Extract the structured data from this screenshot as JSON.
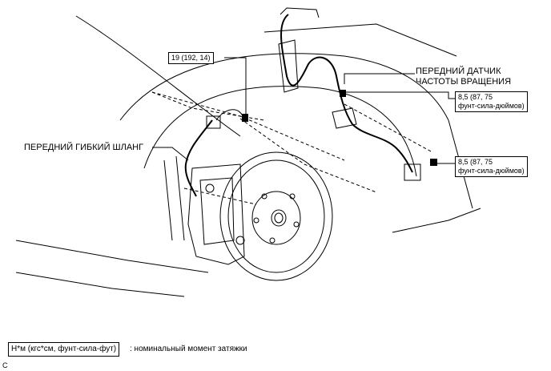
{
  "labels": {
    "torque_top": "19 (192, 14)",
    "sensor_line1": "ПЕРЕДНИЙ ДАТЧИК",
    "sensor_line2": "ЧАСТОТЫ ВРАЩЕНИЯ",
    "torque_right_a_line1": "8,5 (87, 75",
    "torque_right_a_line2": "фунт-сила-дюймов)",
    "torque_right_b_line1": "8,5 (87, 75",
    "torque_right_b_line2": "фунт-сила-дюймов)",
    "hose": "ПЕРЕДНИЙ ГИБКИЙ ШЛАНГ"
  },
  "legend": {
    "unit_box": "Н*м (кгс*см, фунт-сила-фут)",
    "description": ": номинальный момент затяжки"
  },
  "figure_id": "C"
}
